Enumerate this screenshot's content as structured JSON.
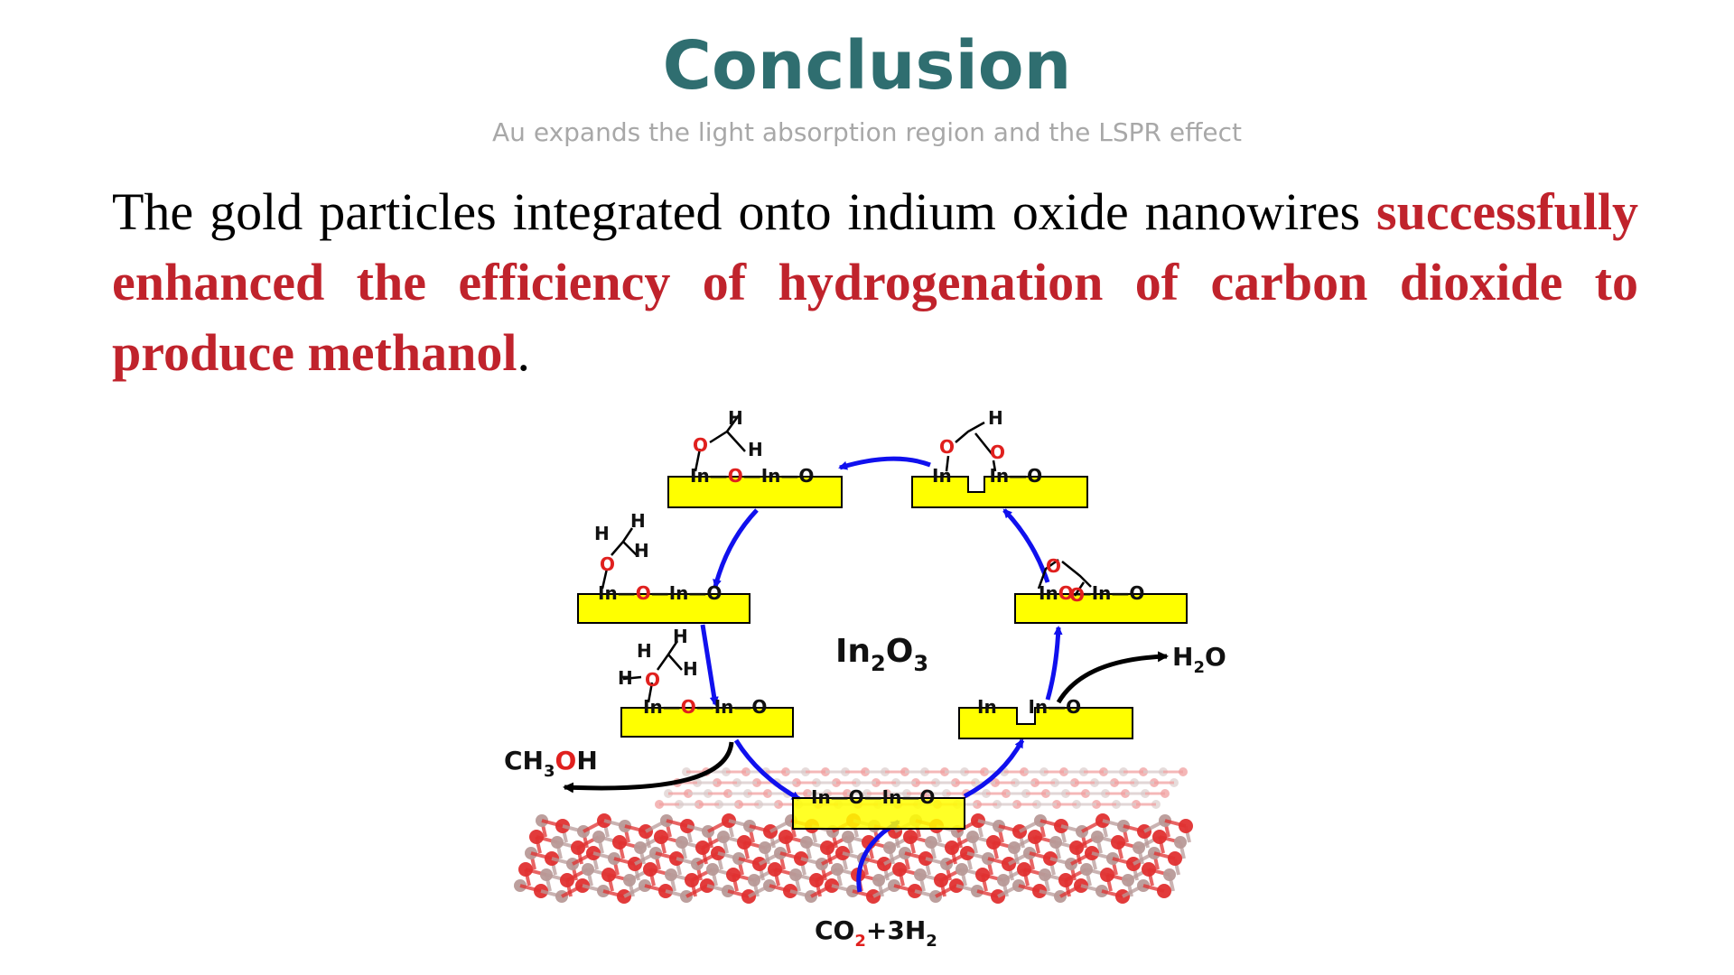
{
  "slide": {
    "title": "Conclusion",
    "subtitle": "Au expands the light absorption region and the LSPR effect",
    "paragraph": {
      "plain_1": "The gold particles integrated onto indium oxide nanowires ",
      "highlight": "successfully enhanced the efficiency of hydrogenation of carbon dioxide to produce methanol",
      "plain_2": "."
    }
  },
  "diagram": {
    "center_label": {
      "main": "In",
      "sub1": "2",
      "mid": "O",
      "sub2": "3"
    },
    "surface_labels": [
      "In—O—In—O",
      "In—In—O",
      "In—O—In—O",
      "In—O—In—O",
      "In—O—In—O",
      "In—In—O",
      "In—O"
    ],
    "outputs": {
      "water": {
        "main": "H",
        "sub": "2",
        "tail": "O"
      },
      "methanol": {
        "pre": "CH",
        "sub": "3",
        "o": "O",
        "tail": "H"
      },
      "reactants": {
        "pre": "CO",
        "sub": "2",
        "tail": "+3H",
        "sub2": "2"
      }
    },
    "colors": {
      "surface": "#ffff00",
      "arrow_cycle": "#1010ee",
      "arrow_side": "#000000",
      "oxygen": "#e0201e",
      "lattice_red": "#e03030",
      "lattice_gray": "#b89a98"
    }
  }
}
